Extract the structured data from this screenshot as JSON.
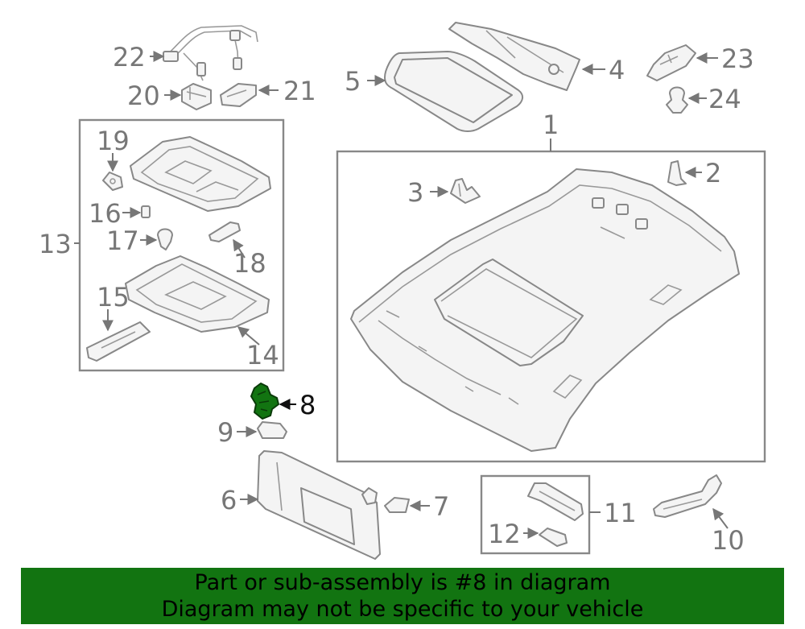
{
  "callouts": {
    "c1": "1",
    "c2": "2",
    "c3": "3",
    "c4": "4",
    "c5": "5",
    "c6": "6",
    "c7": "7",
    "c8": "8",
    "c9": "9",
    "c10": "10",
    "c11": "11",
    "c12": "12",
    "c13": "13",
    "c14": "14",
    "c15": "15",
    "c16": "16",
    "c17": "17",
    "c18": "18",
    "c19": "19",
    "c20": "20",
    "c21": "21",
    "c22": "22",
    "c23": "23",
    "c24": "24"
  },
  "highlight": {
    "part_number": "8",
    "color": "#127411"
  },
  "banner": {
    "line1": "Part or sub-assembly is #8 in diagram",
    "line2": "Diagram may not be specific to your vehicle",
    "background": "#127411"
  }
}
